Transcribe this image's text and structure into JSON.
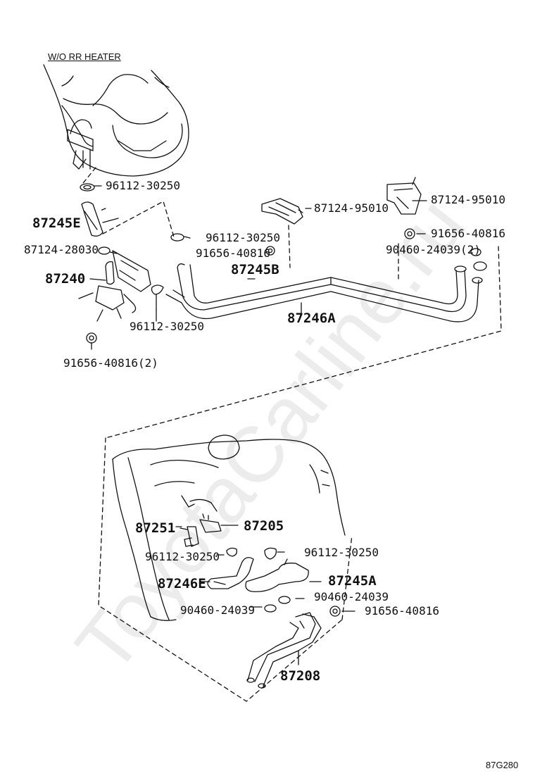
{
  "watermark": "ToyotaCarline.ru",
  "variant_label": "W/O RR HEATER",
  "figure_code": "87G280",
  "parts": {
    "p96112_top": "96112-30250",
    "p87245E": "87245E",
    "p87124_280": "87124-28030",
    "p87240": "87240",
    "p96112_left": "96112-30250",
    "p91656_left": "91656-40816(2)",
    "p96112_mid": "96112-30250",
    "p91656_mid": "91656-40816",
    "p87245B": "87245B",
    "p87246A": "87246A",
    "p87124_950a": "87124-95010",
    "p87124_950b": "87124-95010",
    "p91656_right": "91656-40816",
    "p90460_right": "90460-24039(2)",
    "p87251": "87251",
    "p87205": "87205",
    "p96112_low_a": "96112-30250",
    "p96112_low_b": "96112-30250",
    "p87246E": "87246E",
    "p87245A": "87245A",
    "p90460_low_a": "90460-24039",
    "p90460_low_b": "90460-24039",
    "p91656_low": "91656-40816",
    "p87208": "87208"
  }
}
